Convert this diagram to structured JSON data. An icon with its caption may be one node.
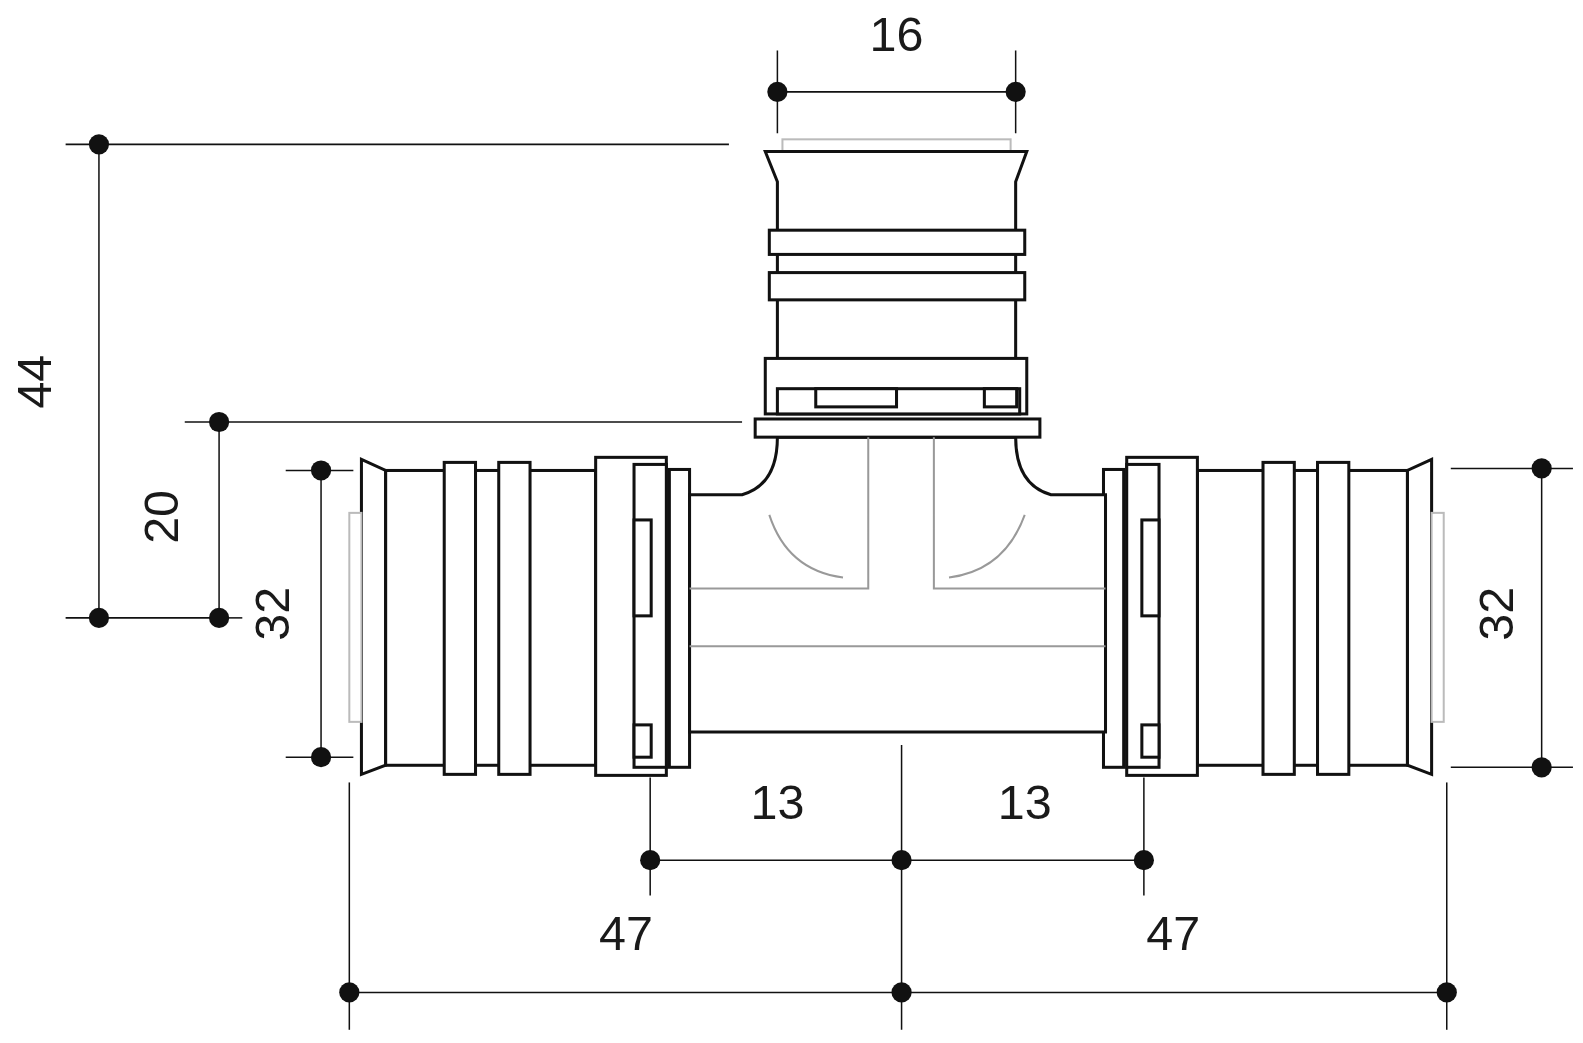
{
  "diagram": {
    "labels": [
      "16",
      "44",
      "20",
      "32",
      "32",
      "13",
      "13",
      "47",
      "47"
    ]
  }
}
